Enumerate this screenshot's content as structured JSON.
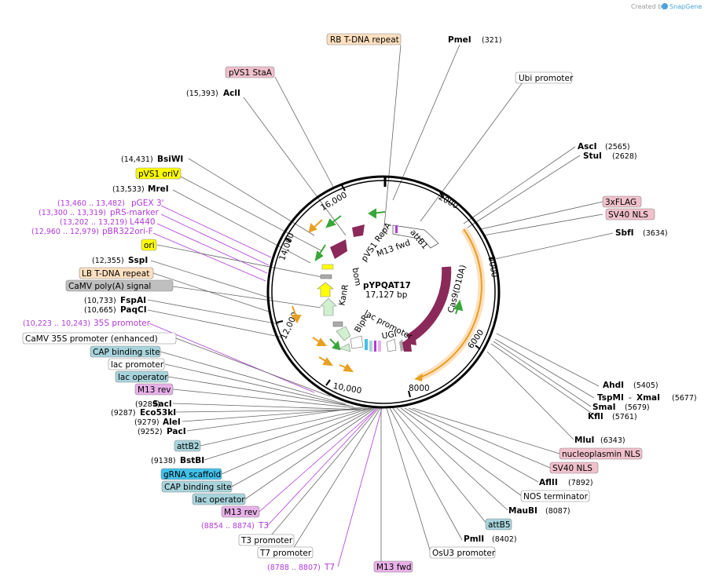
{
  "credit": {
    "created_by": "Created by",
    "app": "SnapGene"
  },
  "plasmid": {
    "name": "pYPQAT17",
    "size": "17,127 bp"
  },
  "ring_ticks": [
    "2000",
    "4000",
    "6000",
    "8000",
    "10,000",
    "12,000",
    "14,000",
    "16,000"
  ],
  "inner_labels": {
    "pvs1_repa": "pVS1 RepA",
    "m13_fwd": "M13 fwd",
    "attb1": "attB1",
    "bom": "bom",
    "kanr": "KanR",
    "blpr": "BlpR",
    "lac_promoter": "lac promoter",
    "ugi": "UGI",
    "cas9": "Cas9(D10A)"
  },
  "top_labels": {
    "rb_tdna": "RB T-DNA repeat",
    "pmei": "PmeI",
    "pmei_pos": "(321)",
    "ubi_promoter": "Ubi promoter",
    "pvs1_staa": "pVS1 StaA",
    "acli_pos": "(15,393)",
    "acli": "AclI"
  },
  "left_labels": {
    "bsiwi_pos": "(14,431)",
    "bsiwi": "BsiWI",
    "pvs1_oriv": "pVS1 oriV",
    "mrei_pos": "(13,533)",
    "mrei": "MreI",
    "pgex3_pos": "(13,460 .. 13,482)",
    "pgex3": "pGEX 3'",
    "prs_pos": "(13,300 .. 13,319)",
    "prs": "pRS-marker",
    "l4440_pos": "(13,202 .. 13,219)",
    "l4440": "L4440",
    "pbr_pos": "(12,960 .. 12,979)",
    "pbr": "pBR322ori-F",
    "ori": "ori",
    "sspi_pos": "(12,355)",
    "sspi": "SspI",
    "lb_tdna": "LB T-DNA repeat",
    "camv_polya": "CaMV poly(A) signal",
    "fspai_pos": "(10,733)",
    "fspai": "FspAI",
    "paqci_pos": "(10,665)",
    "paqci": "PaqCI",
    "p35s_pos": "(10,223 .. 10,243)",
    "p35s": "35S promoter",
    "camv35s_enh": "CaMV 35S promoter (enhanced)",
    "cap1": "CAP binding site",
    "lacp1": "lac promoter",
    "laco1": "lac operator",
    "m13rev1": "M13 rev",
    "saci_pos": "(9289)",
    "saci": "SacI",
    "eco53ki_pos": "(9287)",
    "eco53ki": "Eco53kI",
    "alei_pos": "(9279)",
    "alei": "AleI",
    "paci_pos": "(9252)",
    "paci": "PacI",
    "attb2": "attB2",
    "bstbi_pos": "(9138)",
    "bstbi": "BstBI",
    "grna": "gRNA scaffold",
    "cap2": "CAP binding site",
    "laco2": "lac operator",
    "m13rev2": "M13 rev",
    "t3_pos": "(8854 .. 8874)",
    "t3": "T3",
    "t3p": "T3 promoter",
    "t7p": "T7 promoter",
    "t7_pos": "(8788 .. 8807)",
    "t7": "T7",
    "m13fwd_bottom": "M13 fwd"
  },
  "right_labels": {
    "asci": "AscI",
    "asci_pos": "(2565)",
    "stui": "StuI",
    "stui_pos": "(2628)",
    "flag": "3xFLAG",
    "sv40nls1": "SV40 NLS",
    "sbfi": "SbfI",
    "sbfi_pos": "(3634)",
    "ahdi": "AhdI",
    "ahdi_pos": "(5405)",
    "tspmi": "TspMI",
    "xmai": "XmaI",
    "xmai_pos": "(5677)",
    "smai": "SmaI",
    "smai_pos": "(5679)",
    "kfli": "KflI",
    "kfli_pos": "(5761)",
    "mlui": "MluI",
    "mlui_pos": "(6343)",
    "nucleoplasmin": "nucleoplasmin NLS",
    "sv40nls2": "SV40 NLS",
    "aflii": "AflII",
    "aflii_pos": "(7892)",
    "nos_term": "NOS terminator",
    "maubi": "MauBI",
    "maubi_pos": "(8087)",
    "attb5": "attB5",
    "pmli": "PmlI",
    "pmli_pos": "(8402)",
    "osu3": "OsU3 promoter"
  },
  "colors": {
    "ring": "#000000",
    "tick": "#000000",
    "purple_feature": "#b03ad8",
    "promoter_fill": "#ffffff",
    "primer_fill": "#e8b0e8",
    "terminator_fill": "#bfbfbf",
    "orange_feature": "#ffe0c0",
    "pink_feature": "#f0c0cc",
    "yellow_feature": "#ffff00",
    "blue_feature": "#a8d4dc",
    "cyan_feature": "#40c0e8",
    "cds_maroon": "#8b2a5a",
    "orange_arrow": "#e8a020",
    "green_arrow": "#3aa63a"
  }
}
